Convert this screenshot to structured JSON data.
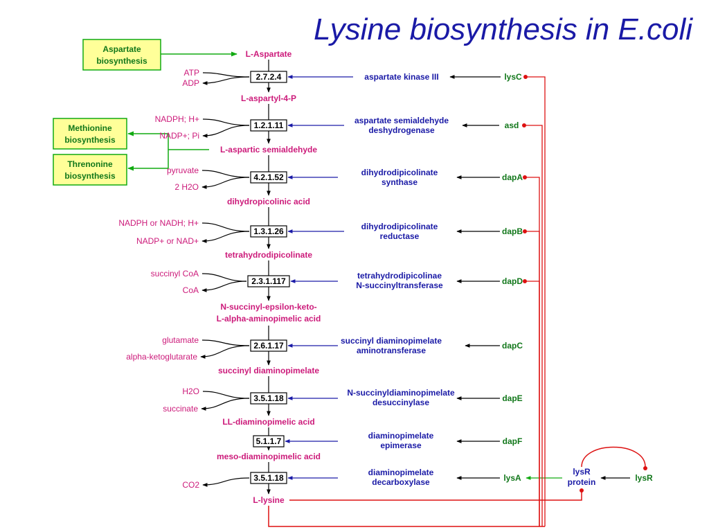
{
  "title": "Lysine biosynthesis in E.coli",
  "pathways": {
    "aspartate": [
      "Aspartate",
      "biosynthesis"
    ],
    "methionine": [
      "Methionine",
      "biosynthesis"
    ],
    "threonine": [
      "Threnonine",
      "biosynthesis"
    ]
  },
  "metabolites": {
    "l_aspartate": "L-Aspartate",
    "l_aspartyl_4_p": "L-aspartyl-4-P",
    "l_aspartic_semialdehyde": "L-aspartic semialdehyde",
    "dihydropicolinic_acid": "dihydropicolinic acid",
    "tetrahydrodipicolinate": "tetrahydrodipicolinate",
    "n_succinyl_keto_1": "N-succinyl-epsilon-keto-",
    "n_succinyl_keto_2": "L-alpha-aminopimelic acid",
    "succinyl_diaminopimelate": "succinyl diaminopimelate",
    "ll_diaminopimelic_acid": "LL-diaminopimelic acid",
    "meso_diaminopimelic_acid": "meso-diaminopimelic acid",
    "l_lysine": "L-lysine"
  },
  "steps": [
    {
      "ec": "2.7.2.4",
      "in": "ATP",
      "out": "ADP",
      "enzyme": [
        "aspartate kinase III"
      ],
      "gene": "lysC"
    },
    {
      "ec": "1.2.1.11",
      "in": "NADPH; H+",
      "out": "NADP+; Pi",
      "enzyme": [
        "aspartate semialdehyde",
        "deshydrogenase"
      ],
      "gene": "asd"
    },
    {
      "ec": "4.2.1.52",
      "in": "pyruvate",
      "out": "2 H2O",
      "enzyme": [
        "dihydrodipicolinate",
        "synthase"
      ],
      "gene": "dapA"
    },
    {
      "ec": "1.3.1.26",
      "in": "NADPH or NADH; H+",
      "out": "NADP+ or NAD+",
      "enzyme": [
        "dihydrodipicolinate",
        "reductase"
      ],
      "gene": "dapB"
    },
    {
      "ec": "2.3.1.117",
      "in": "succinyl CoA",
      "out": "CoA",
      "enzyme": [
        "tetrahydrodipicolinae",
        "N-succinyltransferase"
      ],
      "gene": "dapD"
    },
    {
      "ec": "2.6.1.17",
      "in": "glutamate",
      "out": "alpha-ketoglutarate",
      "enzyme": [
        "succinyl diaminopimelate",
        "aminotransferase"
      ],
      "gene": "dapC"
    },
    {
      "ec": "3.5.1.18",
      "in": "H2O",
      "out": "succinate",
      "enzyme": [
        "N-succinyldiaminopimelate",
        "desuccinylase"
      ],
      "gene": "dapE"
    },
    {
      "ec": "5.1.1.7",
      "in": "",
      "out": "",
      "enzyme": [
        "diaminopimelate",
        "epimerase"
      ],
      "gene": "dapF"
    },
    {
      "ec": "3.5.1.18",
      "in": "",
      "out": "CO2",
      "enzyme": [
        "diaminopimelate",
        "decarboxylase"
      ],
      "gene": "lysA"
    }
  ],
  "regulator": {
    "gene": "lysR",
    "protein": [
      "lysR",
      "protein"
    ]
  },
  "colors": {
    "metabolite": "#cc1a7a",
    "enzyme": "#1a1aa6",
    "gene": "#11771a",
    "regulation": "#dd1111",
    "pathway_box": "#ffff99",
    "pathway_border": "#11aa11",
    "title": "#1a1aa6"
  }
}
